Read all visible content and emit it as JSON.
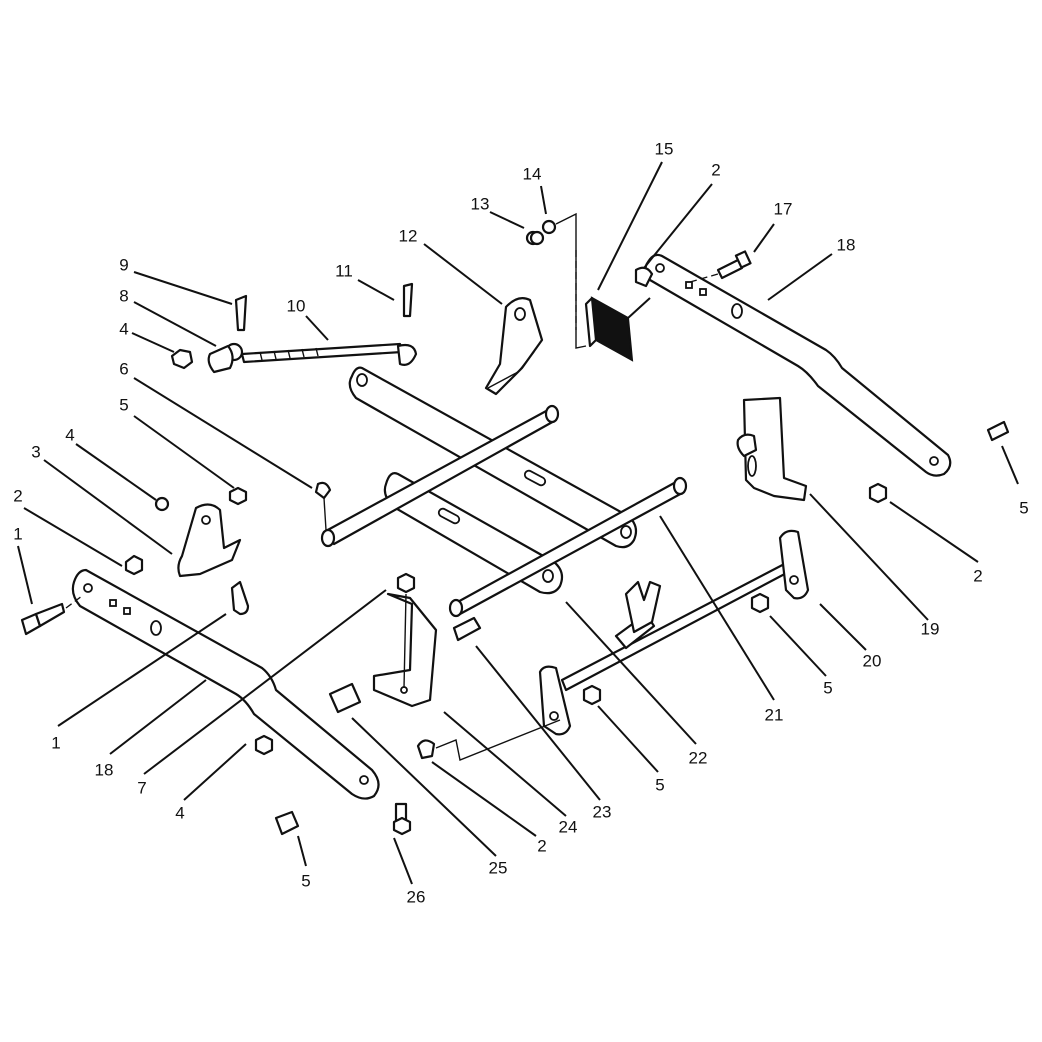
{
  "diagram": {
    "callouts": [
      {
        "id": "c-15",
        "label": "15"
      },
      {
        "id": "c-2-top",
        "label": "2"
      },
      {
        "id": "c-14",
        "label": "14"
      },
      {
        "id": "c-13",
        "label": "13"
      },
      {
        "id": "c-17",
        "label": "17"
      },
      {
        "id": "c-18-top",
        "label": "18"
      },
      {
        "id": "c-12",
        "label": "12"
      },
      {
        "id": "c-9",
        "label": "9"
      },
      {
        "id": "c-11",
        "label": "11"
      },
      {
        "id": "c-8",
        "label": "8"
      },
      {
        "id": "c-10",
        "label": "10"
      },
      {
        "id": "c-4-top",
        "label": "4"
      },
      {
        "id": "c-6",
        "label": "6"
      },
      {
        "id": "c-5-upper",
        "label": "5"
      },
      {
        "id": "c-4-mid",
        "label": "4"
      },
      {
        "id": "c-3",
        "label": "3"
      },
      {
        "id": "c-2-left",
        "label": "2"
      },
      {
        "id": "c-1-top",
        "label": "1"
      },
      {
        "id": "c-5-right",
        "label": "5"
      },
      {
        "id": "c-2-right",
        "label": "2"
      },
      {
        "id": "c-19",
        "label": "19"
      },
      {
        "id": "c-20",
        "label": "20"
      },
      {
        "id": "c-5-mid",
        "label": "5"
      },
      {
        "id": "c-21",
        "label": "21"
      },
      {
        "id": "c-22",
        "label": "22"
      },
      {
        "id": "c-5-low",
        "label": "5"
      },
      {
        "id": "c-23",
        "label": "23"
      },
      {
        "id": "c-24",
        "label": "24"
      },
      {
        "id": "c-2-low",
        "label": "2"
      },
      {
        "id": "c-25",
        "label": "25"
      },
      {
        "id": "c-26",
        "label": "26"
      },
      {
        "id": "c-5-bottom",
        "label": "5"
      },
      {
        "id": "c-4-bottom",
        "label": "4"
      },
      {
        "id": "c-7",
        "label": "7"
      },
      {
        "id": "c-18-bottom",
        "label": "18"
      },
      {
        "id": "c-1-bottom",
        "label": "1"
      }
    ]
  }
}
